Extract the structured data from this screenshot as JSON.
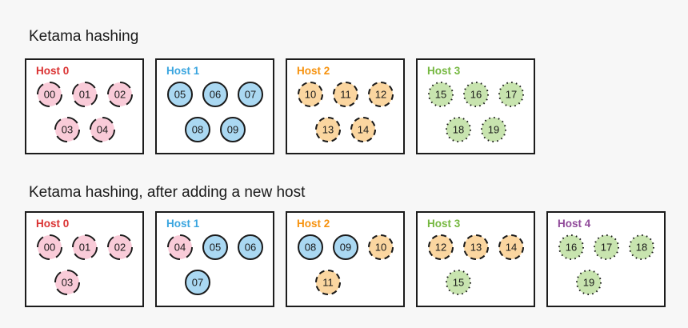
{
  "canvas": {
    "background": "#f7f7f7",
    "box_background": "#ffffff",
    "box_border": "#1c1c1c"
  },
  "key_styles": {
    "pink": {
      "fill": "#f9cbd8",
      "stroke": "#1a1a1a",
      "dash": "15 8.55"
    },
    "blue": {
      "fill": "#aad8f2",
      "stroke": "#1a1a1a",
      "dash": ""
    },
    "orange": {
      "fill": "#fbd6a0",
      "stroke": "#1a1a1a",
      "dash": "7 4.78"
    },
    "green": {
      "fill": "#c8e4af",
      "stroke": "#1a1a1a",
      "dash": "1.6 4.29"
    }
  },
  "diagrams": [
    {
      "title": "Ketama hashing",
      "hosts": [
        {
          "label": "Host 0",
          "label_color": "#da3232",
          "rows": [
            [
              {
                "n": "00",
                "s": "pink"
              },
              {
                "n": "01",
                "s": "pink"
              },
              {
                "n": "02",
                "s": "pink"
              }
            ],
            [
              {
                "n": "03",
                "s": "pink"
              },
              {
                "n": "04",
                "s": "pink"
              }
            ]
          ]
        },
        {
          "label": "Host 1",
          "label_color": "#3aa5df",
          "rows": [
            [
              {
                "n": "05",
                "s": "blue"
              },
              {
                "n": "06",
                "s": "blue"
              },
              {
                "n": "07",
                "s": "blue"
              }
            ],
            [
              {
                "n": "08",
                "s": "blue"
              },
              {
                "n": "09",
                "s": "blue"
              }
            ]
          ]
        },
        {
          "label": "Host 2",
          "label_color": "#f6920e",
          "rows": [
            [
              {
                "n": "10",
                "s": "orange"
              },
              {
                "n": "11",
                "s": "orange"
              },
              {
                "n": "12",
                "s": "orange"
              }
            ],
            [
              {
                "n": "13",
                "s": "orange"
              },
              {
                "n": "14",
                "s": "orange"
              }
            ]
          ]
        },
        {
          "label": "Host 3",
          "label_color": "#76b841",
          "rows": [
            [
              {
                "n": "15",
                "s": "green"
              },
              {
                "n": "16",
                "s": "green"
              },
              {
                "n": "17",
                "s": "green"
              }
            ],
            [
              {
                "n": "18",
                "s": "green"
              },
              {
                "n": "19",
                "s": "green"
              }
            ]
          ]
        }
      ]
    },
    {
      "title": "Ketama hashing, after adding a new host",
      "hosts": [
        {
          "label": "Host 0",
          "label_color": "#da3232",
          "rows": [
            [
              {
                "n": "00",
                "s": "pink"
              },
              {
                "n": "01",
                "s": "pink"
              },
              {
                "n": "02",
                "s": "pink"
              }
            ],
            [
              {
                "n": "03",
                "s": "pink"
              }
            ]
          ]
        },
        {
          "label": "Host 1",
          "label_color": "#3aa5df",
          "rows": [
            [
              {
                "n": "04",
                "s": "pink"
              },
              {
                "n": "05",
                "s": "blue"
              },
              {
                "n": "06",
                "s": "blue"
              }
            ],
            [
              {
                "n": "07",
                "s": "blue"
              }
            ]
          ]
        },
        {
          "label": "Host 2",
          "label_color": "#f6920e",
          "rows": [
            [
              {
                "n": "08",
                "s": "blue"
              },
              {
                "n": "09",
                "s": "blue"
              },
              {
                "n": "10",
                "s": "orange"
              }
            ],
            [
              {
                "n": "11",
                "s": "orange"
              }
            ]
          ]
        },
        {
          "label": "Host 3",
          "label_color": "#76b841",
          "rows": [
            [
              {
                "n": "12",
                "s": "orange"
              },
              {
                "n": "13",
                "s": "orange"
              },
              {
                "n": "14",
                "s": "orange"
              }
            ],
            [
              {
                "n": "15",
                "s": "green"
              }
            ]
          ]
        },
        {
          "label": "Host 4",
          "label_color": "#8f4899",
          "rows": [
            [
              {
                "n": "16",
                "s": "green"
              },
              {
                "n": "17",
                "s": "green"
              },
              {
                "n": "18",
                "s": "green"
              }
            ],
            [
              {
                "n": "19",
                "s": "green"
              }
            ]
          ]
        }
      ]
    }
  ]
}
